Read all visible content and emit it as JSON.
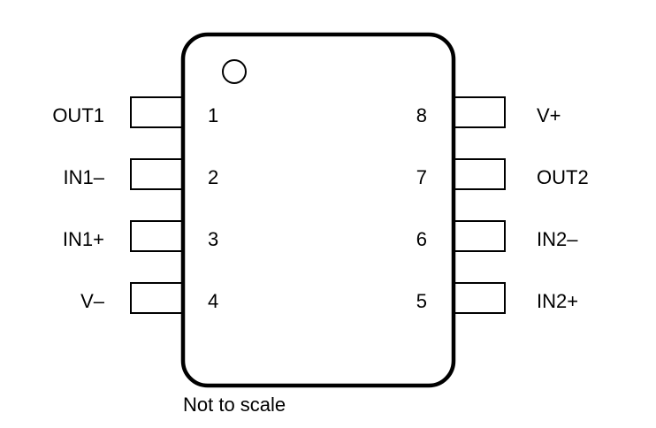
{
  "package": {
    "caption": "Not to scale",
    "stroke_color": "#000000",
    "fill_color": "#ffffff",
    "pin1_marker": "circle"
  },
  "left_pins": [
    {
      "number": "1",
      "label": "OUT1"
    },
    {
      "number": "2",
      "label": "IN1–"
    },
    {
      "number": "3",
      "label": "IN1+"
    },
    {
      "number": "4",
      "label": "V–"
    }
  ],
  "right_pins": [
    {
      "number": "8",
      "label": "V+"
    },
    {
      "number": "7",
      "label": "OUT2"
    },
    {
      "number": "6",
      "label": "IN2–"
    },
    {
      "number": "5",
      "label": "IN2+"
    }
  ]
}
